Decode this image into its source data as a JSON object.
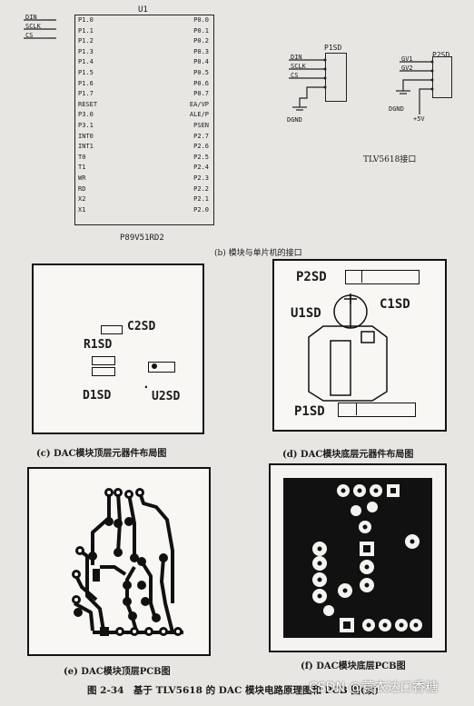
{
  "schematic_mcu": {
    "ref": "U1",
    "part": "P89V51RD2",
    "left_pins": [
      "P1.0",
      "P1.1",
      "P1.2",
      "P1.3",
      "P1.4",
      "P1.5",
      "P1.6",
      "P1.7",
      "RESET",
      "P3.0",
      "P3.1",
      "INT0",
      "INT1",
      "T0",
      "T1",
      "WR",
      "RD",
      "X2",
      "X1"
    ],
    "right_pins": [
      "P0.0",
      "P0.1",
      "P0.2",
      "P0.3",
      "P0.4",
      "P0.5",
      "P0.6",
      "P0.7",
      "EA/VP",
      "ALE/P",
      "PSEN",
      "P2.7",
      "P2.6",
      "P2.5",
      "P2.4",
      "P2.3",
      "P2.2",
      "P2.1",
      "P2.0"
    ],
    "left_nets": [
      "DIN",
      "SCLK",
      "CS"
    ]
  },
  "schematic_connectors": {
    "p1_ref": "P1SD",
    "p1_nets": [
      "DIN",
      "SCLK",
      "CS"
    ],
    "p1_gnd": "DGND",
    "p2_ref": "P2SD",
    "p2_nets": [
      "GV1",
      "GV2"
    ],
    "p2_gnd": "DGND",
    "p2_power": "+5V",
    "title": "TLV5618接口"
  },
  "captions": {
    "b": "(b) 模块与单片机的接口",
    "c": "(c) DAC模块顶层元器件布局图",
    "d": "(d) DAC模块底层元器件布局图",
    "e": "(e) DAC模块顶层PCB图",
    "f": "(f) DAC模块底层PCB图",
    "figure": "图 2-34　基于 TLV5618 的 DAC 模块电路原理图和 PCB 图(续)"
  },
  "panel_c_labels": [
    "C2SD",
    "R1SD",
    "D1SD",
    "U2SD"
  ],
  "panel_d_labels": [
    "P2SD",
    "U1SD",
    "C1SD",
    "P1SD"
  ],
  "watermark": "CSDN @蓑衣达口香糖"
}
